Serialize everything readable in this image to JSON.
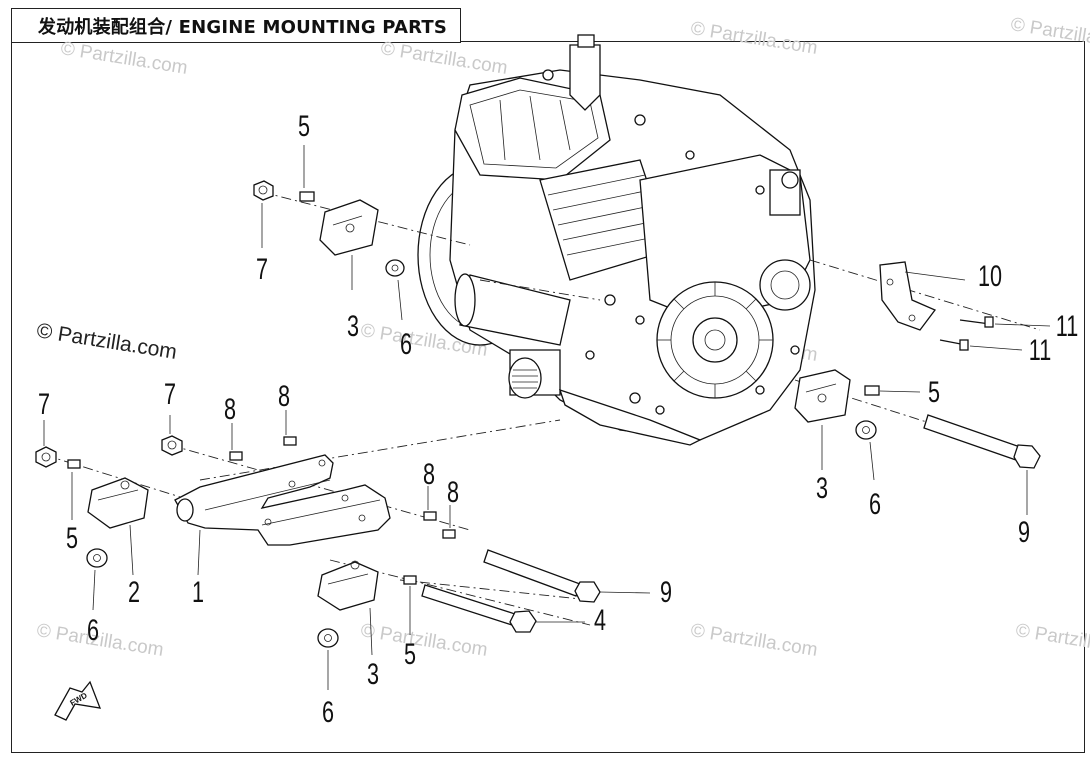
{
  "title": "发动机装配组合/ ENGINE MOUNTING PARTS",
  "watermark": "© Partzilla.com",
  "fwd_label": "FWD",
  "callouts": {
    "c1": "1",
    "c2": "2",
    "c3a": "3",
    "c3b": "3",
    "c3c": "3",
    "c4": "4",
    "c5a": "5",
    "c5b": "5",
    "c5c": "5",
    "c5d": "5",
    "c6a": "6",
    "c6b": "6",
    "c6c": "6",
    "c6d": "6",
    "c7a": "7",
    "c7b": "7",
    "c7c": "7",
    "c8a": "8",
    "c8b": "8",
    "c8c": "8",
    "c8d": "8",
    "c9a": "9",
    "c9b": "9",
    "c10": "10",
    "c11a": "11",
    "c11b": "11"
  }
}
